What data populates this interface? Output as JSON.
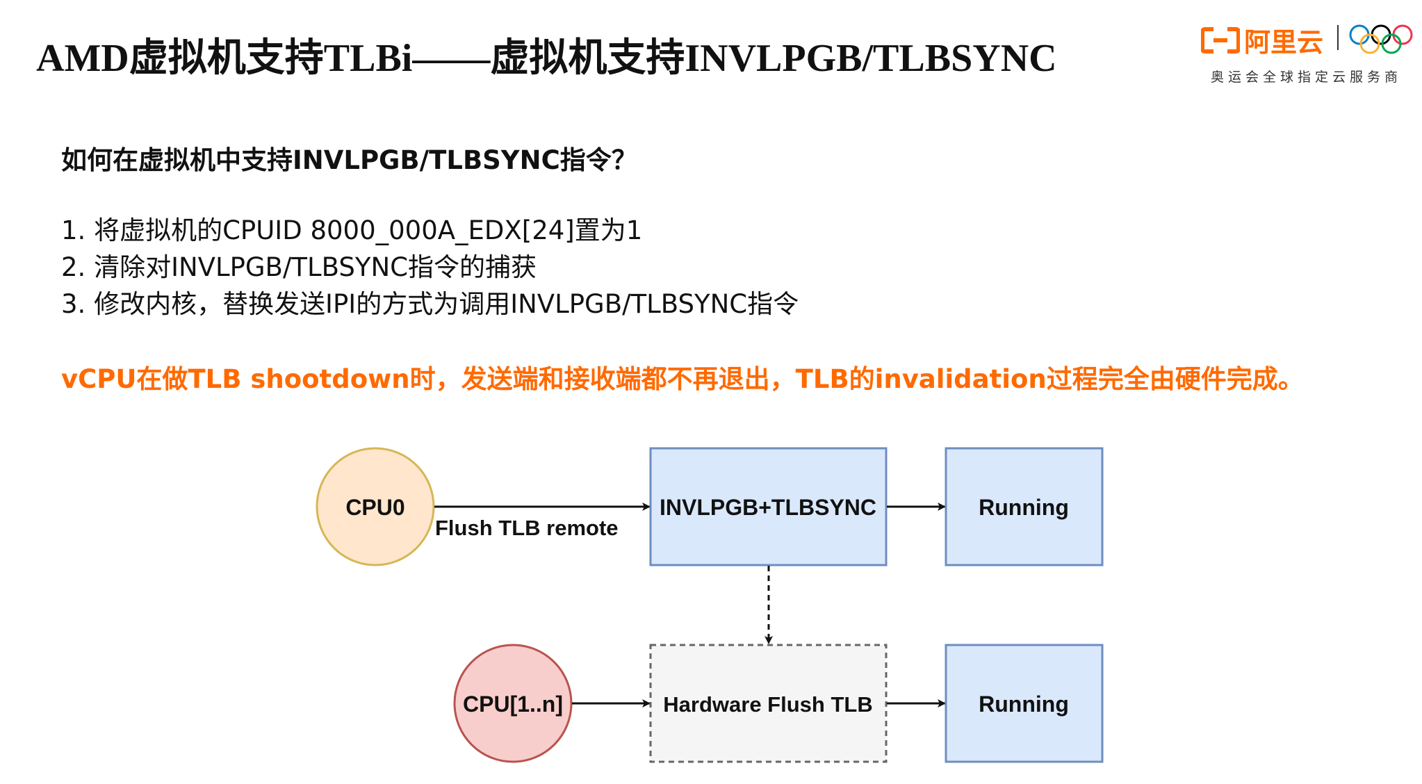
{
  "header": {
    "title": "AMD虚拟机支持TLBi——虚拟机支持INVLPGB/TLBSYNC",
    "logo_text": "阿里云",
    "logo_subtitle": "奥运会全球指定云服务商"
  },
  "content": {
    "question": "如何在虚拟机中支持INVLPGB/TLBSYNC指令？",
    "steps": [
      "1. 将虚拟机的CPUID 8000_000A_EDX[24]置为1",
      "2. 清除对INVLPGB/TLBSYNC指令的捕获",
      "3. 修改内核，替换发送IPI的方式为调用INVLPGB/TLBSYNC指令"
    ],
    "highlight": "vCPU在做TLB shootdown时，发送端和接收端都不再退出，TLB的invalidation过程完全由硬件完成。"
  },
  "diagram": {
    "cpu0": "CPU0",
    "cpu_n": "CPU[1..n]",
    "edge_label": "Flush TLB remote",
    "invlpgb": "INVLPGB+TLBSYNC",
    "running_top": "Running",
    "hw_flush": "Hardware Flush TLB",
    "running_bottom": "Running"
  },
  "colors": {
    "accent": "#ff6a00",
    "cpu0_fill": "#ffe6cc",
    "cpu0_stroke": "#d6b656",
    "cpu_n_fill": "#f8cecc",
    "cpu_n_stroke": "#b85450",
    "box_fill": "#dae8fc",
    "box_stroke": "#6c8ebf",
    "hw_fill": "#f5f5f5",
    "hw_stroke": "#666666"
  }
}
